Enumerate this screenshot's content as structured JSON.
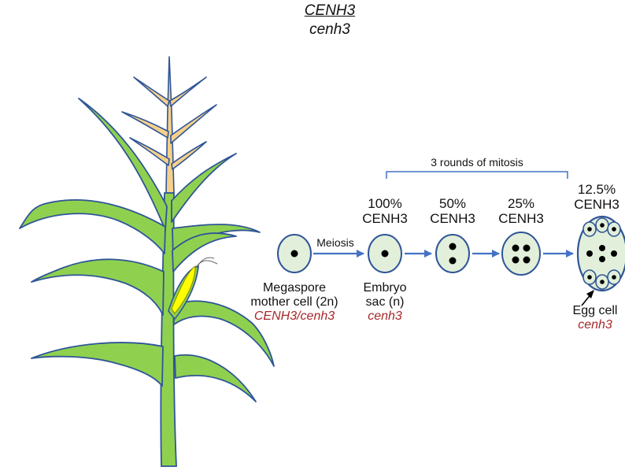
{
  "title": {
    "top": "CENH3",
    "bottom": "cenh3"
  },
  "bracket_label": "3 rounds of mitosis",
  "meiosis_label": "Meiosis",
  "stages": [
    {
      "pct": "100%",
      "protein": "CENH3"
    },
    {
      "pct": "50%",
      "protein": "CENH3"
    },
    {
      "pct": "25%",
      "protein": "CENH3"
    },
    {
      "pct": "12.5%",
      "protein": "CENH3"
    }
  ],
  "megaspore": {
    "line1": "Megaspore",
    "line2": "mother cell (2n)",
    "genotype_a": "CENH3",
    "separator": "/",
    "genotype_b": "cenh3"
  },
  "embryo": {
    "line1": "Embryo",
    "line2": "sac (n)",
    "genotype": "cenh3"
  },
  "egg": {
    "line1": "Egg cell",
    "genotype": "cenh3"
  },
  "colors": {
    "leaf_fill": "#8fd14f",
    "leaf_stroke": "#2f5597",
    "tassel_fill": "#f5d08a",
    "ear_fill": "#ffff00",
    "cell_fill": "#e2efda",
    "cell_stroke": "#2f5597",
    "arrow": "#4472c4",
    "genotype_text": "#a8282a"
  }
}
